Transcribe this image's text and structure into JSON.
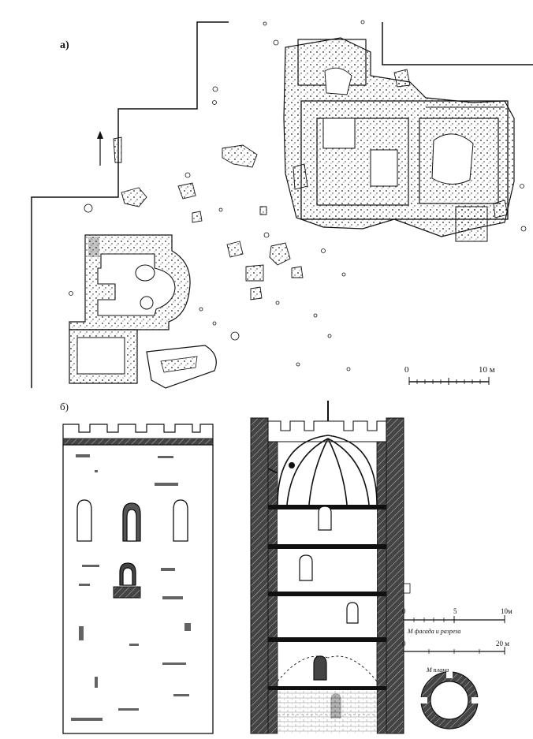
{
  "figure": {
    "panel_a_label": "а)",
    "panel_b_label": "б)",
    "scale_plan": {
      "zero": "0",
      "max": "10 м"
    },
    "scale_facade": {
      "zero": "0",
      "mid": "5",
      "max": "10м",
      "caption": "М фасада и разреза"
    },
    "scale_round_plan": {
      "zero": "0",
      "max": "20 м",
      "caption": "М плана"
    }
  },
  "icons": {
    "north_arrow": "north-arrow-icon"
  },
  "colors": {
    "ink": "#111111",
    "hatch": "#333333",
    "paper": "#ffffff"
  }
}
